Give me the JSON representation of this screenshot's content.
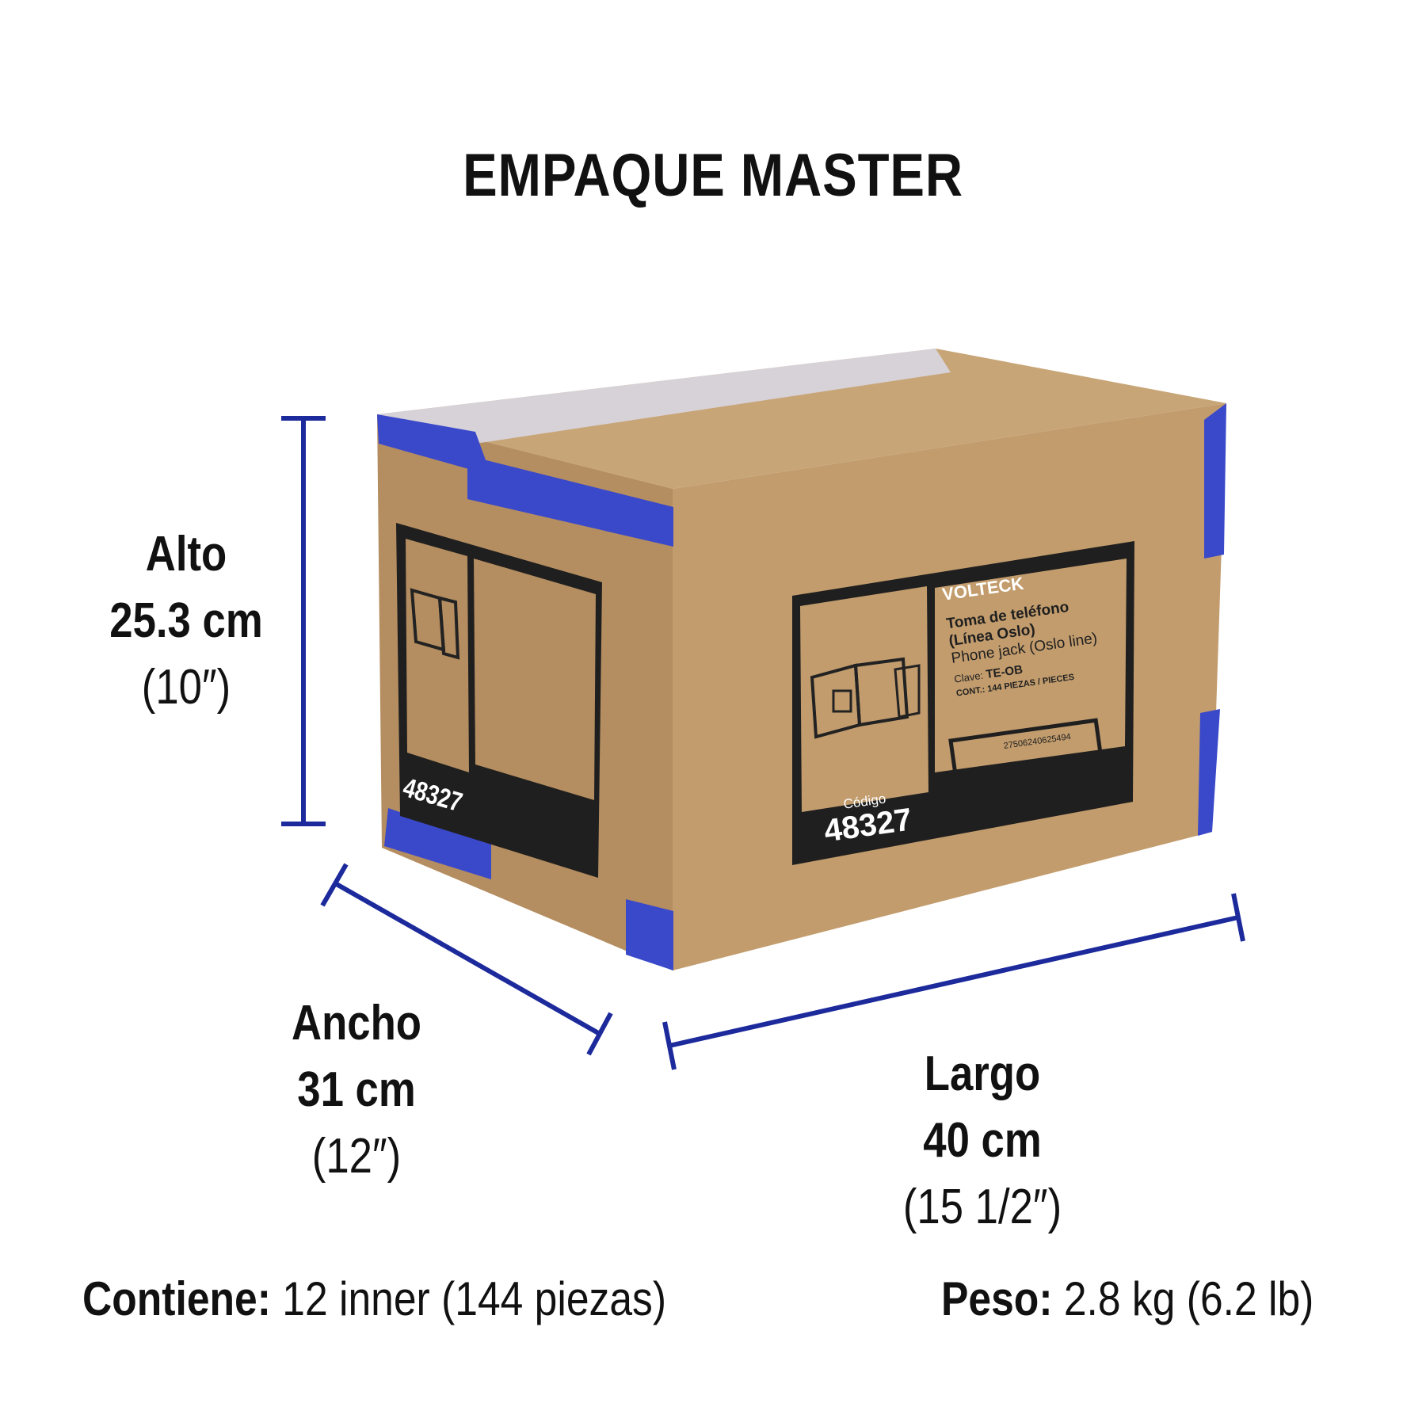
{
  "title": "EMPAQUE MASTER",
  "dimensions": {
    "alto": {
      "label": "Alto",
      "metric": "25.3 cm",
      "imperial": "(10″)"
    },
    "ancho": {
      "label": "Ancho",
      "metric": "31 cm",
      "imperial": "(12″)"
    },
    "largo": {
      "label": "Largo",
      "metric": "40 cm",
      "imperial": "(15 1/2″)"
    }
  },
  "footer": {
    "contiene_label": "Contiene:",
    "contiene_value": "12 inner (144 piezas)",
    "peso_label": "Peso:",
    "peso_value": "2.8 kg (6.2 lb)"
  },
  "box_label": {
    "brand": "VOLTECK",
    "product_es_1": "Toma de teléfono",
    "product_es_2": "(Línea Oslo)",
    "product_en": "Phone jack (Oslo line)",
    "clave_label": "Clave:",
    "clave_value": "TE-OB",
    "contents": "CONT.: 144 PIEZAS / PIECES",
    "barcode_number": "27506240625494",
    "codigo_label": "Código",
    "codigo_value": "48327"
  },
  "colors": {
    "dimension_line": "#1c2a9c",
    "cardboard_front": "#c09a6c",
    "cardboard_top": "#c9a678",
    "cardboard_side": "#b08a5e",
    "tape_blue": "#3a49c9",
    "label_ink": "#1f1f1f"
  }
}
